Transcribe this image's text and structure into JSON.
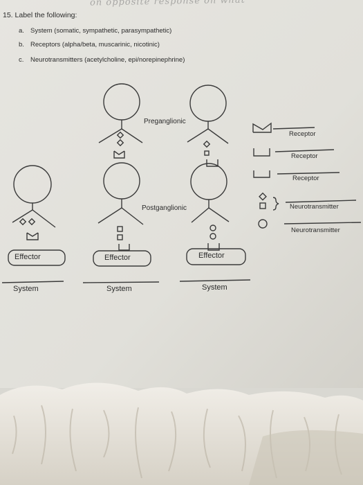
{
  "handwriting": "on opposite response on what",
  "question": {
    "title": "15. Label the following:",
    "items": [
      {
        "marker": "a.",
        "text": "System (somatic, sympathetic, parasympathetic)"
      },
      {
        "marker": "b.",
        "text": "Receptors (alpha/beta, muscarinic, nicotinic)"
      },
      {
        "marker": "c.",
        "text": "Neurotransmitters (acetylcholine, epi/norepinephrine)"
      }
    ]
  },
  "diagram": {
    "neuron_labels": {
      "preganglionic": "Preganglionic",
      "postganglionic": "Postganglionic"
    },
    "effectors": [
      "Effector",
      "Effector",
      "Effector"
    ],
    "systems": [
      "System",
      "System",
      "System"
    ]
  },
  "key": {
    "receptors": [
      "Receptor",
      "Receptor",
      "Receptor"
    ],
    "neurotransmitters": [
      "Neurotransmitter",
      "Neurotransmitter"
    ]
  },
  "colors": {
    "paper": "#e4e3de",
    "ink": "#2b2b2b",
    "fur": "#f0ede6"
  }
}
